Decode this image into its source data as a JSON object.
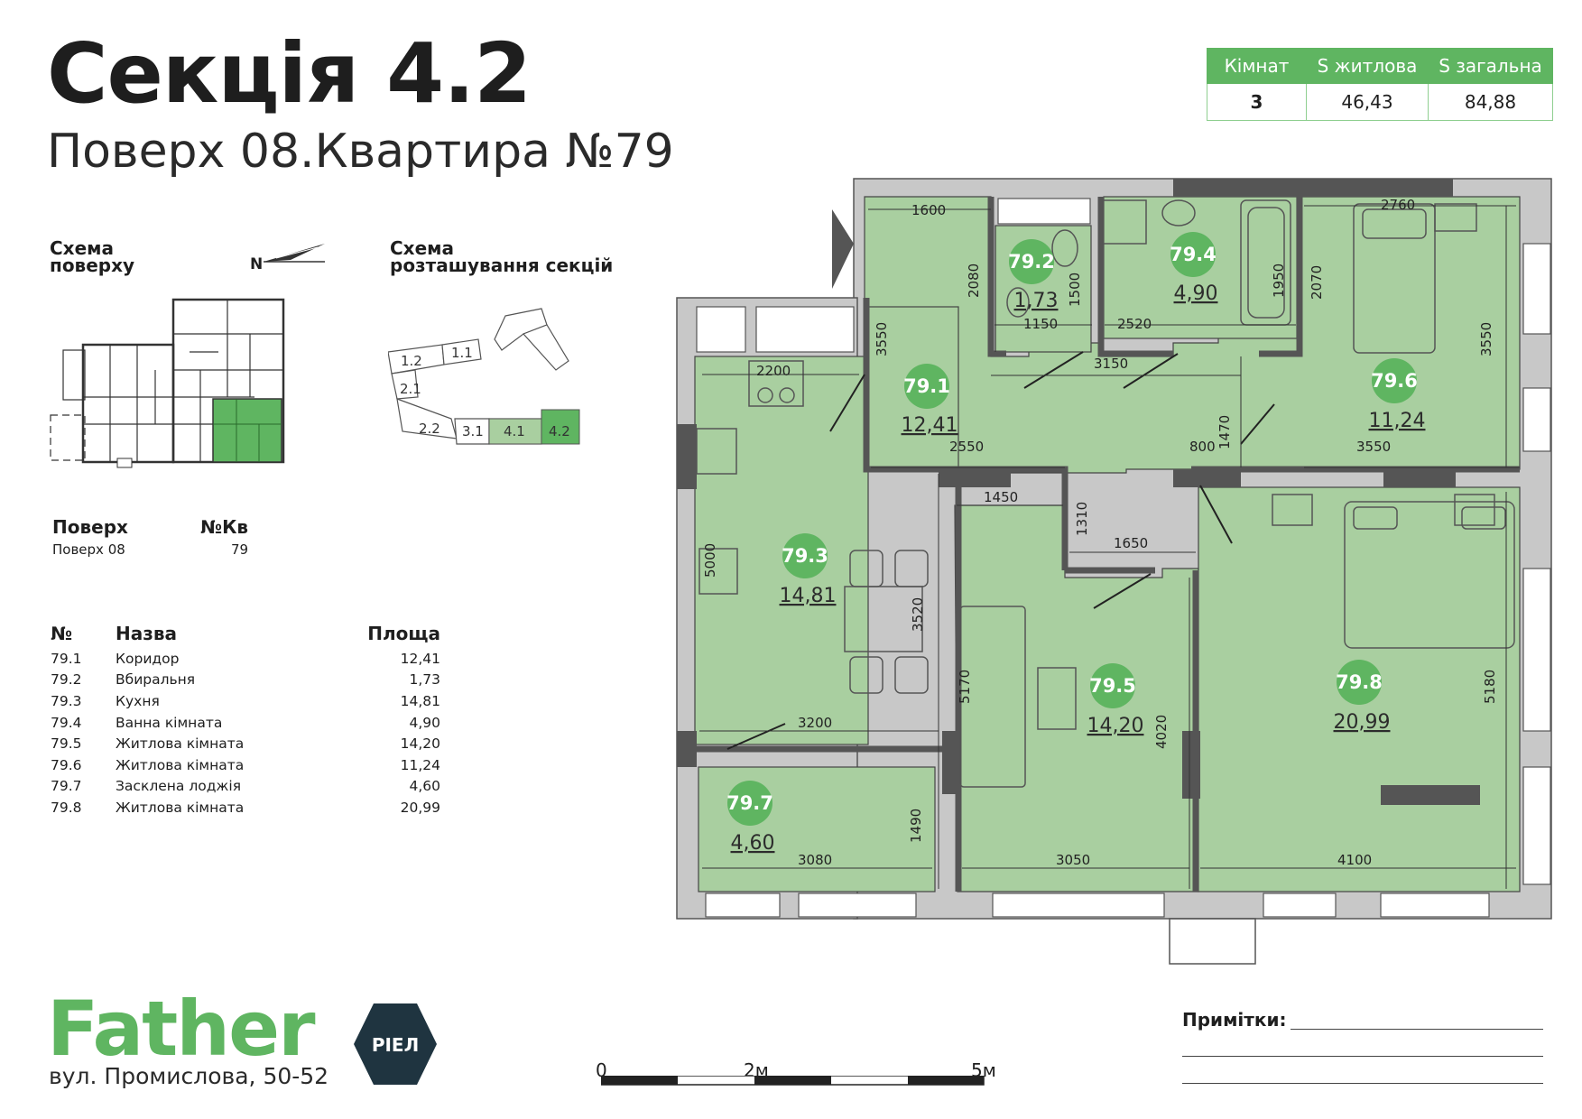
{
  "header": {
    "section_title": "Секція 4.2",
    "apartment_title": "Поверх 08.Квартира №79"
  },
  "summary": {
    "headers": [
      "Кімнат",
      "S житлова",
      "S загальна"
    ],
    "values": [
      "3",
      "46,43",
      "84,88"
    ]
  },
  "schemes": {
    "floor_scheme_label": [
      "Схема",
      "поверху"
    ],
    "north_label": "N",
    "section_scheme_label": [
      "Схема",
      "розташування секцій"
    ],
    "sections": [
      "1.2",
      "1.1",
      "2.1",
      "2.2",
      "3.1",
      "4.1",
      "4.2"
    ]
  },
  "info": {
    "floor_header": "Поверх",
    "apt_header": "№Кв",
    "floor_value": "Поверх 08",
    "apt_value": "79"
  },
  "rooms_table": {
    "headers": [
      "№",
      "Назва",
      "Площа"
    ],
    "rows": [
      {
        "id": "79.1",
        "name": "Коридор",
        "area": "12,41"
      },
      {
        "id": "79.2",
        "name": "Вбиральня",
        "area": "1,73"
      },
      {
        "id": "79.3",
        "name": "Кухня",
        "area": "14,81"
      },
      {
        "id": "79.4",
        "name": "Ванна кімната",
        "area": "4,90"
      },
      {
        "id": "79.5",
        "name": "Житлова кімната",
        "area": "14,20"
      },
      {
        "id": "79.6",
        "name": "Житлова кімната",
        "area": "11,24"
      },
      {
        "id": "79.7",
        "name": "Засклена лоджія",
        "area": "4,60"
      },
      {
        "id": "79.8",
        "name": "Житлова кімната",
        "area": "20,99"
      }
    ]
  },
  "plan": {
    "rooms": {
      "r1": {
        "num": "79.1",
        "area": "12,41"
      },
      "r2": {
        "num": "79.2",
        "area": "1,73"
      },
      "r3": {
        "num": "79.3",
        "area": "14,81"
      },
      "r4": {
        "num": "79.4",
        "area": "4,90"
      },
      "r5": {
        "num": "79.5",
        "area": "14,20"
      },
      "r6": {
        "num": "79.6",
        "area": "11,24"
      },
      "r7": {
        "num": "79.7",
        "area": "4,60"
      },
      "r8": {
        "num": "79.8",
        "area": "20,99"
      }
    },
    "dims": {
      "d1600": "1600",
      "d2080": "2080",
      "d1500": "1500",
      "d1150": "1150",
      "d2520": "2520",
      "d1950": "1950",
      "d2070": "2070",
      "d2760": "2760",
      "d3550a": "3550",
      "d3550b": "3550",
      "d3150": "3150",
      "d2200": "2200",
      "d2550": "2550",
      "d1470": "1470",
      "d800": "800",
      "d3550c": "3550",
      "d1450": "1450",
      "d1310": "1310",
      "d1650": "1650",
      "d5000": "5000",
      "d3520": "3520",
      "d5170": "5170",
      "d4020": "4020",
      "d5180": "5180",
      "d3200": "3200",
      "d1490": "1490",
      "d3080": "3080",
      "d3050": "3050",
      "d4100": "4100"
    }
  },
  "brand": {
    "name": "Father",
    "badge": "РІЕЛ",
    "address": "вул. Промислова, 50-52"
  },
  "scale": {
    "labels": [
      "0",
      "2м",
      "5м"
    ]
  },
  "notes": {
    "label": "Примітки:"
  },
  "colors": {
    "accent": "#5fb561",
    "room_fill": "#a9cfa0",
    "wall": "#6b6b6b",
    "dark_wall": "#555555"
  }
}
